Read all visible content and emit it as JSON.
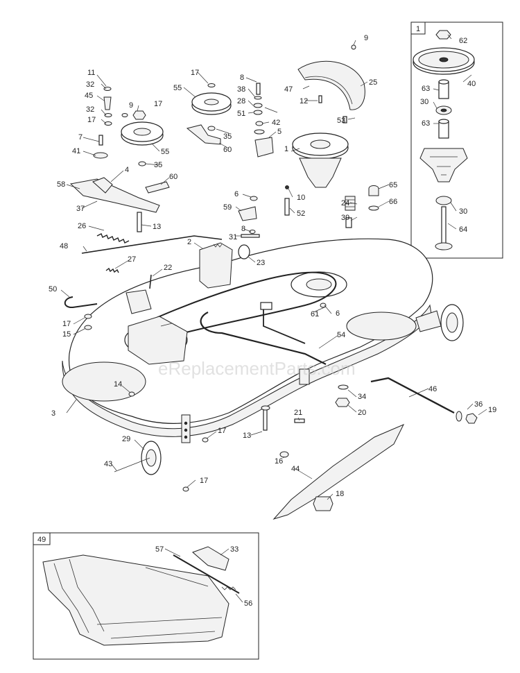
{
  "watermark": "eReplacementParts.com",
  "insets": {
    "spindle": {
      "title": "1"
    },
    "deflector": {
      "title": "49"
    }
  },
  "callouts": {
    "c1a": "1",
    "c2": "2",
    "c3": "3",
    "c4": "4",
    "c5": "5",
    "c6a": "6",
    "c6b": "6",
    "c7": "7",
    "c8a": "8",
    "c8b": "8",
    "c9a": "9",
    "c9b": "9",
    "c10": "10",
    "c11": "11",
    "c12": "12",
    "c13a": "13",
    "c13b": "13",
    "c14": "14",
    "c15": "15",
    "c16": "16",
    "c17a": "17",
    "c17b": "17",
    "c17c": "17",
    "c17d": "17",
    "c17e": "17",
    "c17f": "17",
    "c18": "18",
    "c19": "19",
    "c20": "20",
    "c21": "21",
    "c22": "22",
    "c23": "23",
    "c24": "24",
    "c25": "25",
    "c26": "26",
    "c27": "27",
    "c28": "28",
    "c29": "29",
    "c30a": "30",
    "c30b": "30",
    "c31": "31",
    "c32a": "32",
    "c32b": "32",
    "c33": "33",
    "c34": "34",
    "c35a": "35",
    "c35b": "35",
    "c36": "36",
    "c37": "37",
    "c38": "38",
    "c39": "39",
    "c40": "40",
    "c41": "41",
    "c42": "42",
    "c43": "43",
    "c44": "44",
    "c45": "45",
    "c46": "46",
    "c47": "47",
    "c48": "48",
    "c50": "50",
    "c51": "51",
    "c52": "52",
    "c53": "53",
    "c54": "54",
    "c55a": "55",
    "c55b": "55",
    "c56": "56",
    "c57": "57",
    "c58": "58",
    "c59": "59",
    "c60a": "60",
    "c60b": "60",
    "c61": "61",
    "c62": "62",
    "c63a": "63",
    "c63b": "63",
    "c64": "64",
    "c65": "65",
    "c66": "66"
  }
}
